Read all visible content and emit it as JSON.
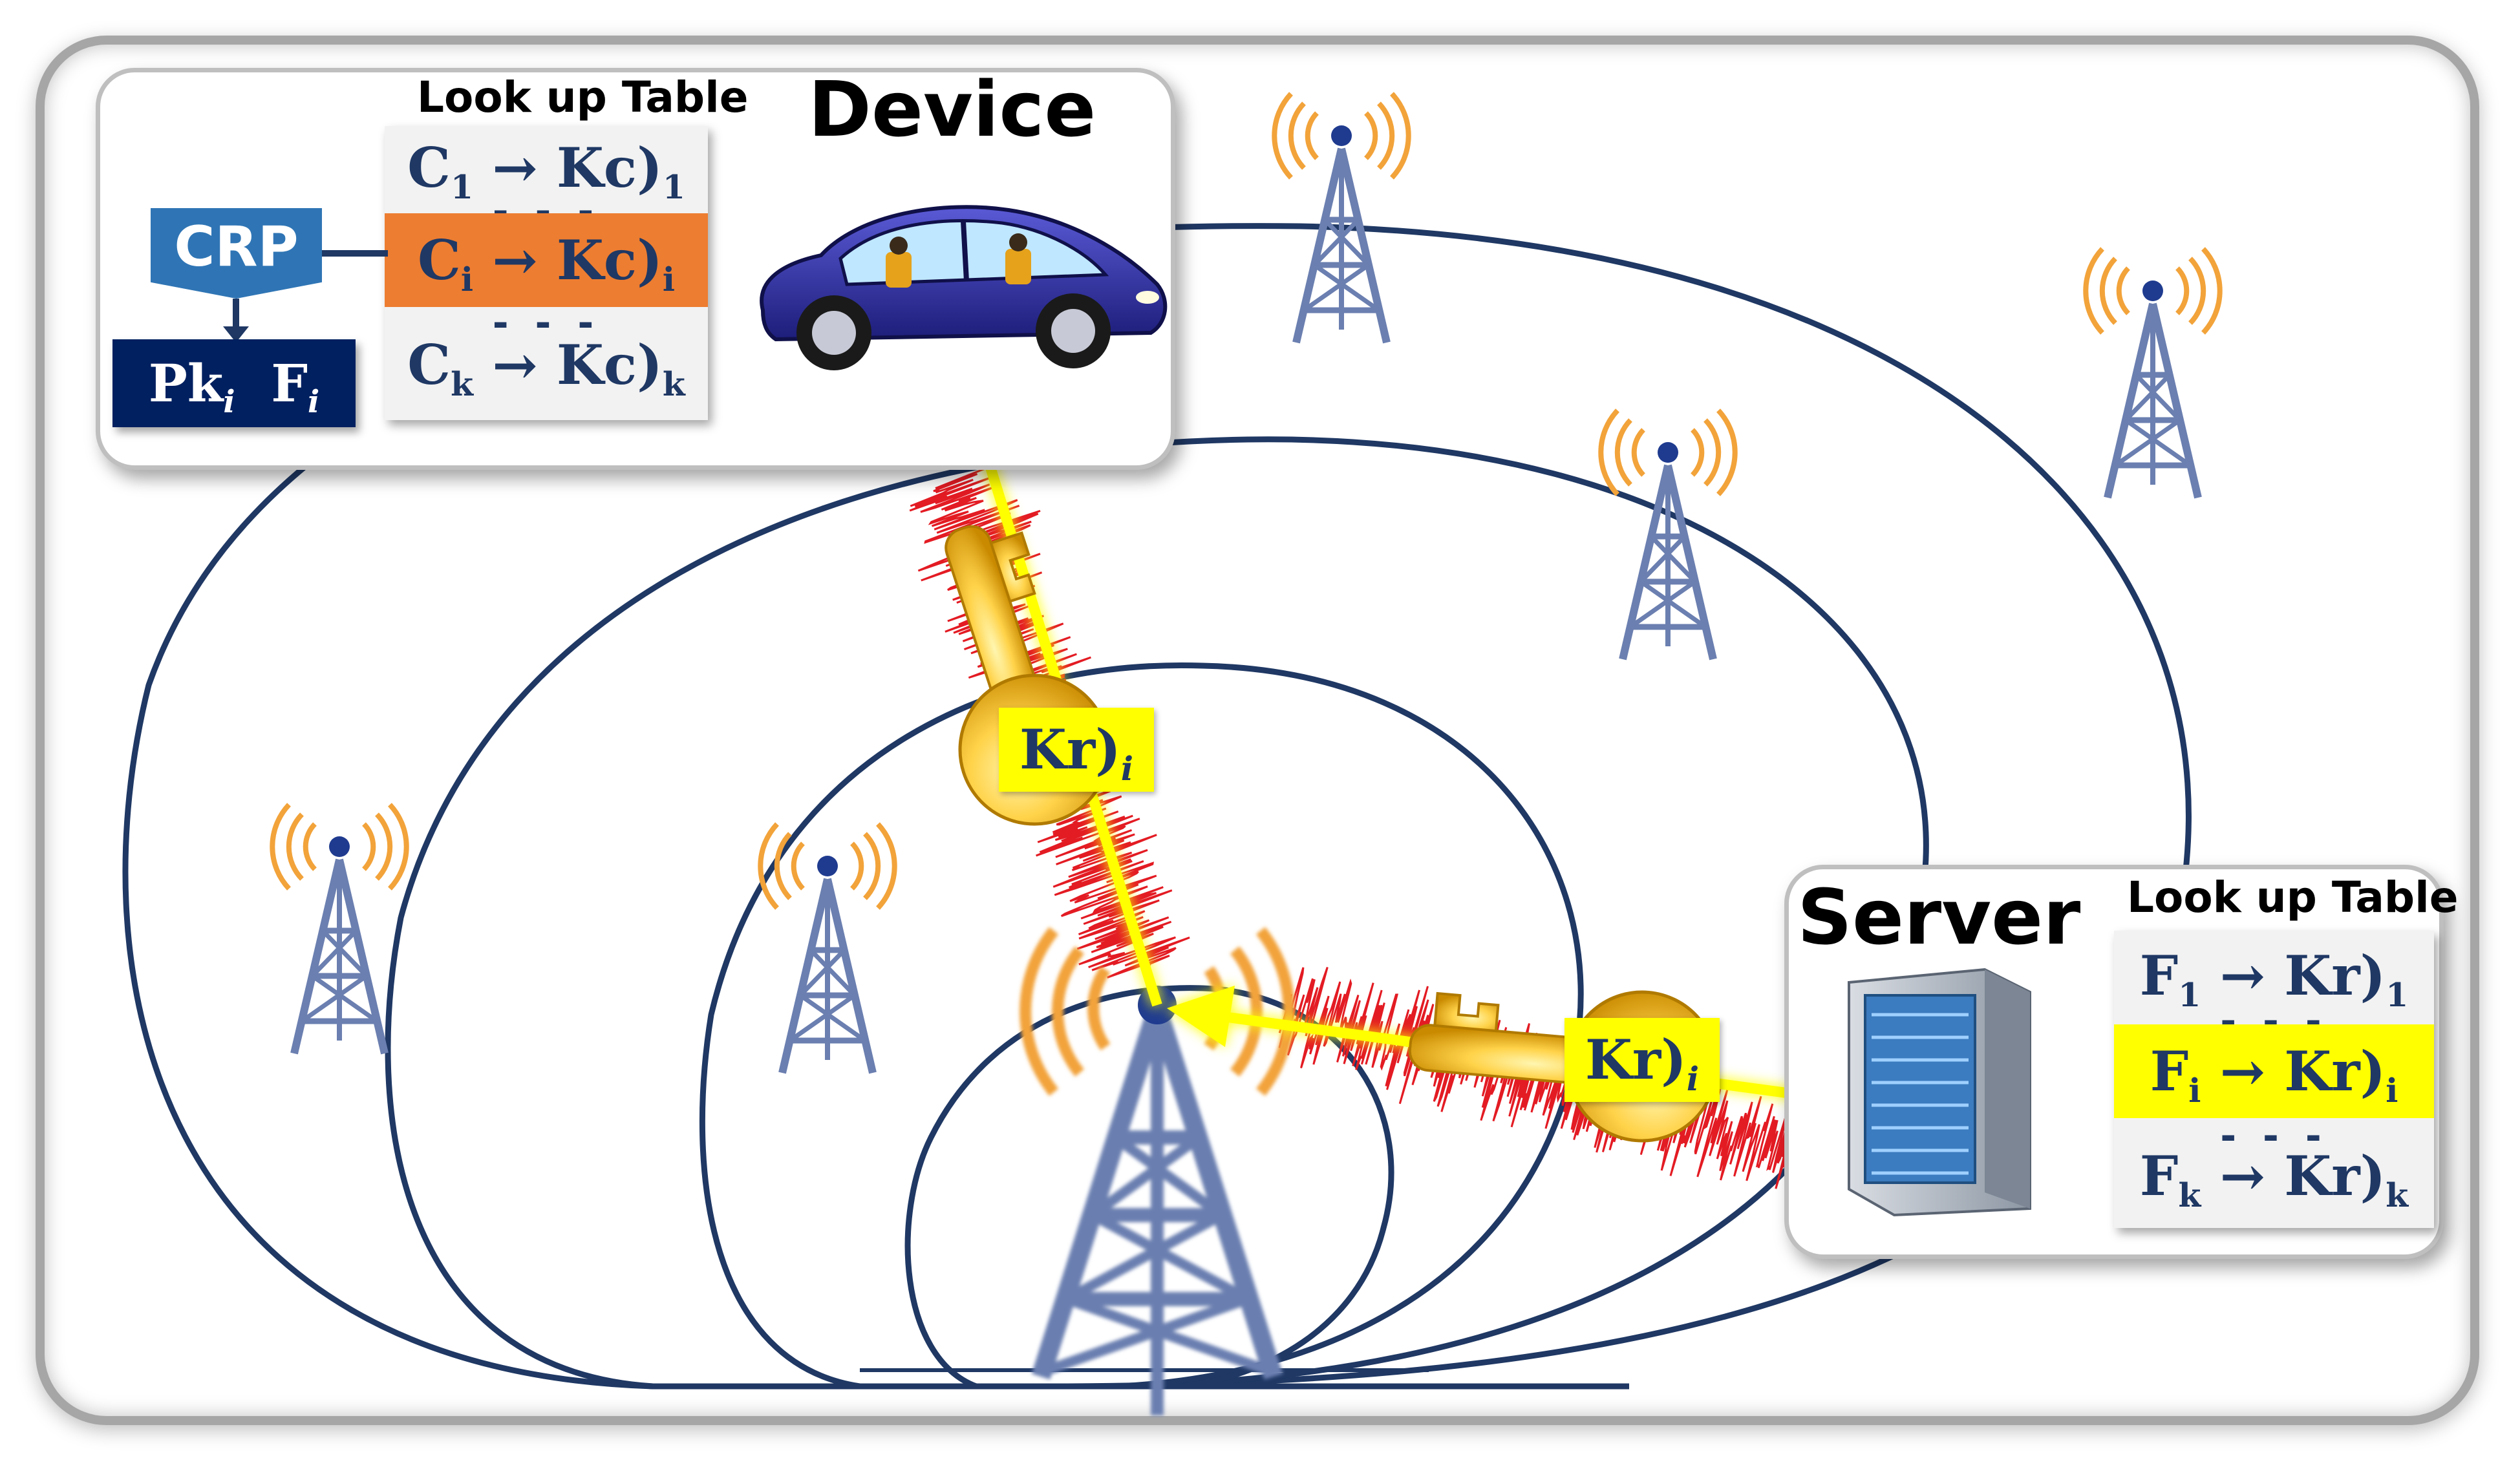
{
  "device_panel": {
    "title": "Device",
    "lut_title": "Look up Table",
    "rows": [
      {
        "c": "C",
        "c_sub": "1",
        "arrow": "→",
        "k": "Kc)",
        "k_sub": "1"
      },
      {
        "c": "C",
        "c_sub": "i",
        "arrow": "→",
        "k": "Kc)",
        "k_sub": "i"
      },
      {
        "c": "C",
        "c_sub": "k",
        "arrow": "→",
        "k": "Kc)",
        "k_sub": "k"
      }
    ],
    "dashes": "- - -",
    "crp_label": "CRP",
    "pk_label": "Pk",
    "pk_sub": "i",
    "f_label": "F",
    "f_sub": "i"
  },
  "server_panel": {
    "title": "Server",
    "lut_title": "Look up Table",
    "rows": [
      {
        "c": "F",
        "c_sub": "1",
        "arrow": "→",
        "k": "Kr)",
        "k_sub": "1"
      },
      {
        "c": "F",
        "c_sub": "i",
        "arrow": "→",
        "k": "Kr)",
        "k_sub": "i"
      },
      {
        "c": "F",
        "c_sub": "k",
        "arrow": "→",
        "k": "Kr)",
        "k_sub": "k"
      }
    ],
    "dashes": "- - -"
  },
  "key_labels": [
    {
      "text": "Kr)",
      "sub": "i"
    },
    {
      "text": "Kr)",
      "sub": "i"
    }
  ],
  "colors": {
    "ring": "#1f3864",
    "highlight_orange": "#ed7d31",
    "highlight_yellow": "#ffff00",
    "arrow": "#ffff00",
    "noise": "#e31b23",
    "tower": "#6b7fb0",
    "wave": "#f2a33a"
  },
  "icons": [
    "radio-tower-icon",
    "car-icon",
    "server-icon",
    "key-icon"
  ]
}
